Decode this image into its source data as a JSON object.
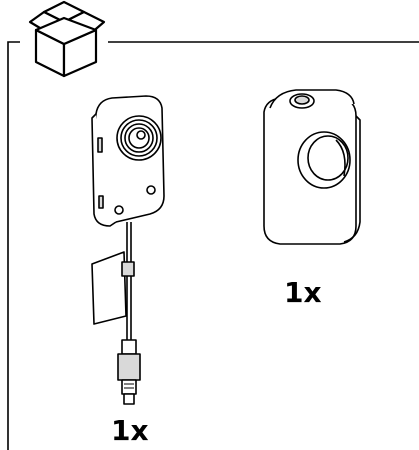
{
  "package_contents": {
    "box_icon": "package-box-icon",
    "items": [
      {
        "name": "sensor-unit-with-cable",
        "quantity_label": "1x"
      },
      {
        "name": "mounting-bracket",
        "quantity_label": "1x"
      }
    ]
  },
  "colors": {
    "line": "#000000",
    "fill": "#ffffff",
    "shade": "#d9d9d9"
  }
}
